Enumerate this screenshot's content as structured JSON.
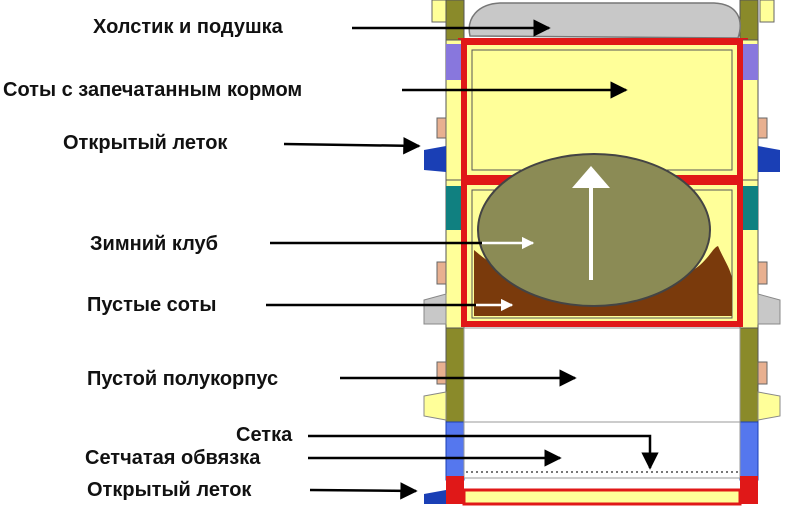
{
  "labels": {
    "canvas_pillow": "Холстик и подушка",
    "sealed_combs": "Соты с запечатанным кормом",
    "open_entrance_top": "Открытый леток",
    "winter_cluster": "Зимний клуб",
    "empty_combs": "Пустые соты",
    "empty_half_body": "Пустой полукорпус",
    "mesh": "Сетка",
    "mesh_frame": "Сетчатая обвязка",
    "open_entrance_bottom": "Открытый леток"
  },
  "colors": {
    "wall_olive": "#8a8a2a",
    "yellow_panel": "#ffff99",
    "frame_red": "#e01818",
    "honey_fill": "#ffff99",
    "brood_brown": "#7a3a0c",
    "cluster_olive": "#8b8b55",
    "pillow_gray": "#c8c8c8",
    "entrance_blue": "#1a3fb5",
    "side_blue": "#5577ee",
    "accent_purple": "#8877dd",
    "accent_teal": "#108080",
    "arrow_black": "#000000",
    "arrow_white": "#ffffff"
  }
}
